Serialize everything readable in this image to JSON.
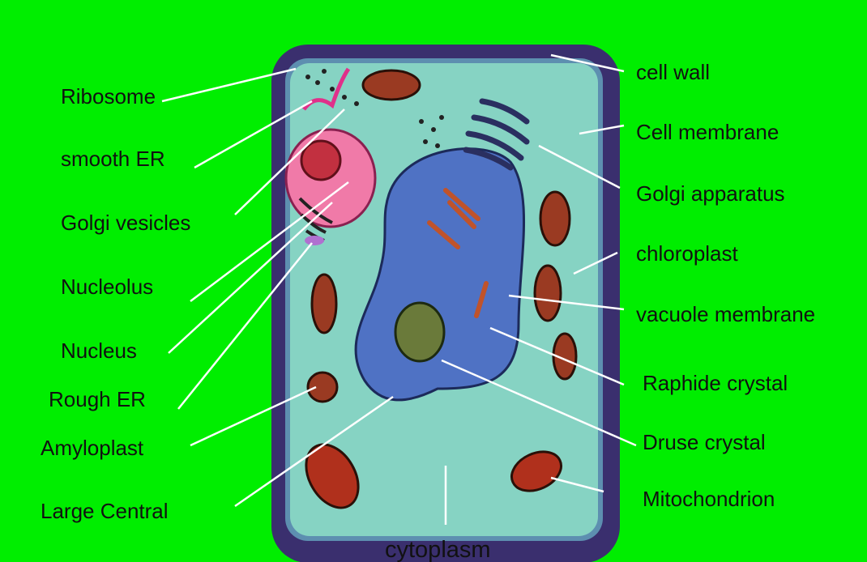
{
  "title": "Plant cell diagram",
  "colors": {
    "background": "#00ee00",
    "cell_wall": "#3a2f6e",
    "cytoplasm": "#86d3c3",
    "vacuole": "#4f72c4",
    "nucleus": "#f07aa8",
    "organelle": "#9a3a22"
  },
  "labels_left": [
    "Ribosome",
    "smooth ER",
    "Golgi vesicles",
    "Nucleolus",
    "Nucleus",
    "Rough ER",
    "Amyloplast",
    "Large Central"
  ],
  "labels_right": [
    "cell wall",
    "Cell membrane",
    "Golgi apparatus",
    "chloroplast",
    "vacuole membrane",
    "Raphide crystal",
    "Druse crystal",
    "Mitochondrion"
  ],
  "label_bottom": "cytoplasm"
}
